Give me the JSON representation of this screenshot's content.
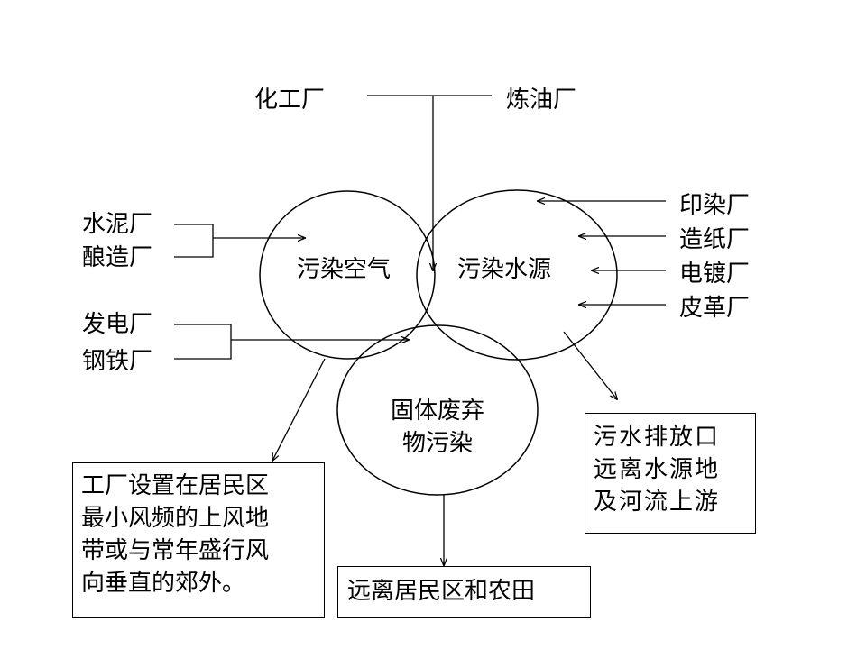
{
  "top_sources": {
    "left": "化工厂",
    "right": "炼油厂"
  },
  "left_sources_a": [
    "水泥厂",
    "酿造厂"
  ],
  "left_sources_b": [
    "发电厂",
    "钢铁厂"
  ],
  "right_sources": [
    "印染厂",
    "造纸厂",
    "电镀厂",
    "皮革厂"
  ],
  "circles": {
    "air": "污染空气",
    "water": "污染水源",
    "solid_line1": "固体废弃",
    "solid_line2": "物污染"
  },
  "boxes": {
    "factory_site": [
      "工厂设置在居民区",
      "最小风频的上风地",
      "带或与常年盛行风",
      "向垂直的郊外。"
    ],
    "sewage_outlet": [
      "污水排放口",
      "远离水源地",
      "及河流上游"
    ],
    "far_from_residents": "远离居民区和农田"
  }
}
